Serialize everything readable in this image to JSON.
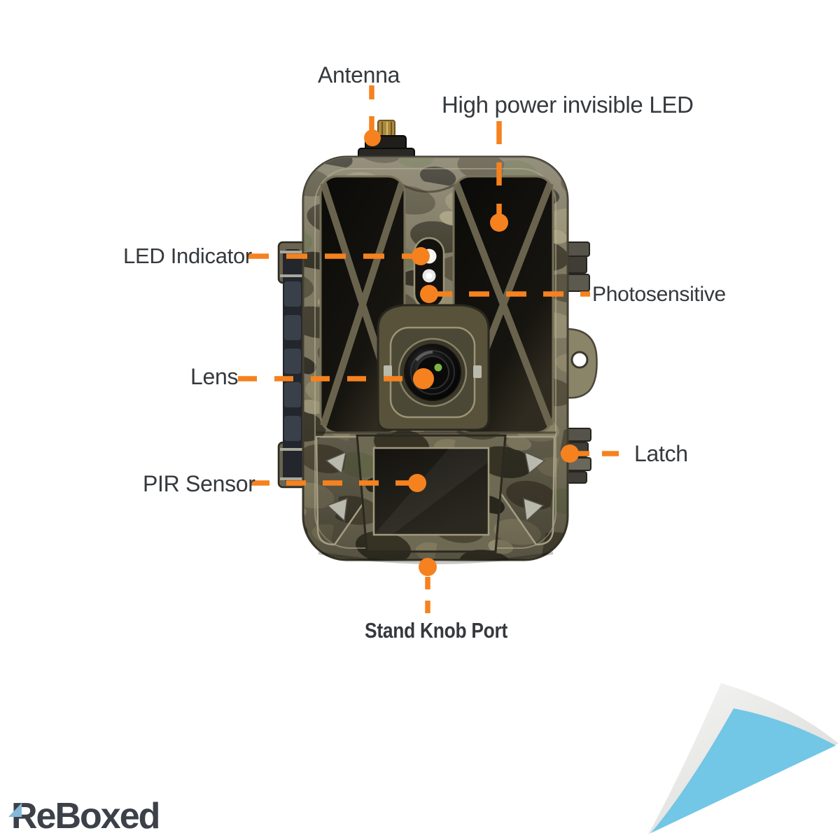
{
  "callouts": {
    "antenna": "Antenna",
    "high_power_led": "High power invisible LED",
    "led_indicator": "LED Indicator",
    "photosensitive": "Photosensitive",
    "lens": "Lens",
    "latch": "Latch",
    "pir_sensor": "PIR Sensor",
    "stand_knob_port": "Stand Knob Port"
  },
  "branding": {
    "logo_text": "ReBoxed"
  },
  "colors": {
    "accent_orange": "#F5821F",
    "curl_blue": "#72C6E6",
    "logo_gray": "#3C4149",
    "label_color": "#35393D",
    "camo_base": "#7B755D"
  },
  "icons": {
    "page_curl": "page-curl-icon",
    "logo_accent": "logo-triangle-icon",
    "callout_dot": "callout-dot"
  }
}
